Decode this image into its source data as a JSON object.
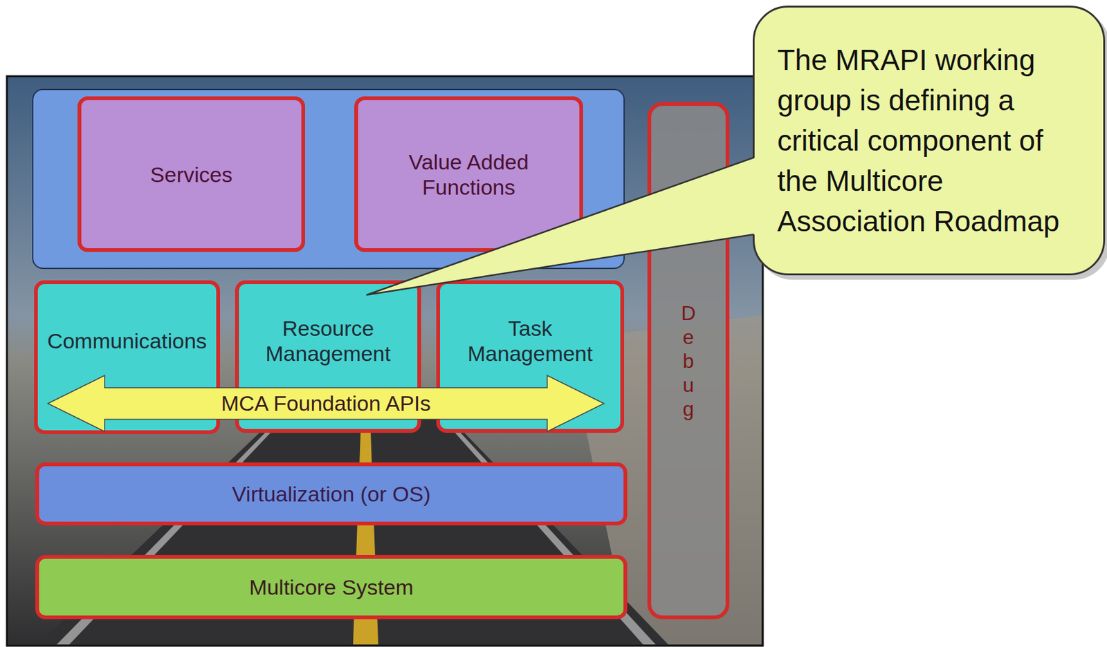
{
  "diagram": {
    "nodes": [
      {
        "text": [
          "The MRAPI working group is defining a critical component of the Multicore Association Roadmap"
        ]
      },
      {
        "text": [
          "Services"
        ]
      },
      {
        "text": [
          "Value Added Functions"
        ]
      },
      {
        "text": [
          "Debug"
        ]
      },
      {
        "text": [
          "Communications"
        ]
      },
      {
        "text": [
          "Resource Management"
        ]
      },
      {
        "text": [
          "Task Management"
        ]
      },
      {
        "text": [
          "MCA Foundation APIs"
        ]
      },
      {
        "text": [
          "Virtualization (or OS)"
        ]
      },
      {
        "text": [
          "Multicore System"
        ]
      }
    ]
  }
}
